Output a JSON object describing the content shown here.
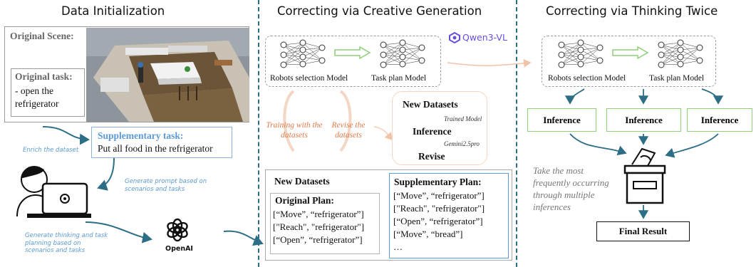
{
  "titles": {
    "data_init": "Data Initialization",
    "creative": "Correcting via Creative Generation",
    "thinking": "Correcting via Thinking Twice"
  },
  "data_init": {
    "original_scene_label": "Original Scene:",
    "original_task_label": "Original task:",
    "original_task_value": "- open the refrigerator",
    "supplementary_task_label": "Supplementary task:",
    "supplementary_task_value": "Put all food in the refrigerator",
    "note_enrich": "Enrich the dataset",
    "note_prompt": "Generate prompt based on scenarios and tasks",
    "note_thinking": "Generate thinking and task planning based on scenarios and tasks",
    "openai_label": "OpenAI"
  },
  "creative": {
    "qwen_label": "Qwen3-VL",
    "robots_model": "Robots selection Model",
    "task_model": "Task plan Model",
    "training_note": "Training with the datasets",
    "revise_note": "Revise the datasets",
    "cycle": {
      "new_datasets": "New Datasets",
      "trained_model": "Trained Model",
      "inference": "Inference",
      "gemini": "Gemini2.5pro",
      "revise": "Revise"
    },
    "new_datasets_title": "New Datasets",
    "original_plan_title": "Original Plan:",
    "original_plan_lines": [
      "[“Move”, “refrigerator”]",
      "[\"Reach\", \"refrigerator\"]",
      "[“Open”, “refrigerator”]"
    ],
    "supp_plan_title": "Supplementary Plan:",
    "supp_plan_lines": [
      "[“Move”, “refrigerator”]",
      "[\"Reach\", \"refrigerator\"]",
      "[“Open”, “refrigerator”]",
      "[“Move”, “bread”]",
      "…"
    ]
  },
  "thinking": {
    "robots_model": "Robots selection Model",
    "task_model": "Task plan Model",
    "inference_labels": [
      "Inference",
      "Inference",
      "Inference"
    ],
    "take_note": "Take the most frequently occurring through multiple inferences",
    "final_result": "Final Result"
  },
  "colors": {
    "divider": "#2c6e86",
    "arrow_teal": "#2c6e86",
    "note_blue": "#5b9bd5",
    "orange": "#e07a4a",
    "green": "#8fcf7a",
    "qwen_purple": "#6b4fd8"
  }
}
